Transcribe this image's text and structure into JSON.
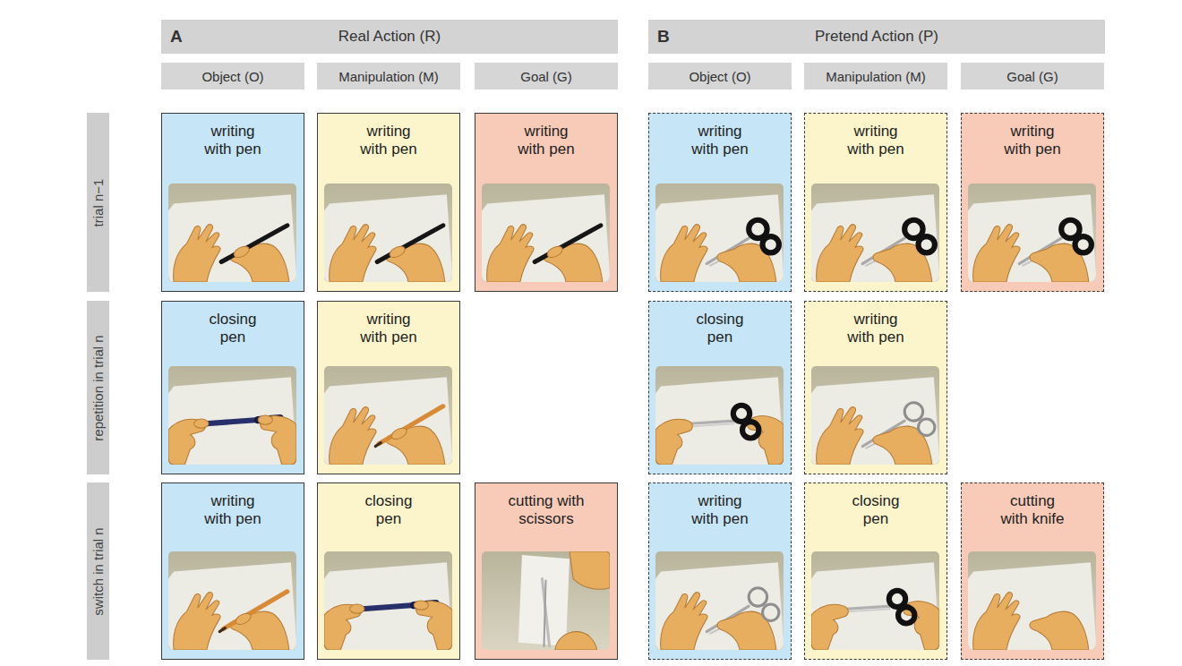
{
  "diagram": {
    "nodes": [
      {
        "text": [
          "A",
          "Real Action (R)"
        ]
      },
      {
        "text": [
          "B",
          "Pretend Action (P)"
        ]
      },
      {
        "text": [
          "Object (O)"
        ]
      },
      {
        "text": [
          "Manipulation (M)"
        ]
      },
      {
        "text": [
          "Goal (G)"
        ]
      },
      {
        "text": [
          "Object (O)"
        ]
      },
      {
        "text": [
          "Manipulation (M)"
        ]
      },
      {
        "text": [
          "Goal (G)"
        ]
      },
      {
        "text": [
          "trial n−1"
        ]
      },
      {
        "text": [
          "writing with pen"
        ]
      },
      {
        "text": [
          "writing with pen"
        ]
      },
      {
        "text": [
          "writing with pen"
        ]
      },
      {
        "text": [
          "writing with pen"
        ]
      },
      {
        "text": [
          "writing with pen"
        ]
      },
      {
        "text": [
          "writing with pen"
        ]
      },
      {
        "text": [
          "repetition in trial n"
        ]
      },
      {
        "text": [
          "closing pen"
        ]
      },
      {
        "text": [
          "writing with pen"
        ]
      },
      {
        "text": [
          "closing pen"
        ]
      },
      {
        "text": [
          "writing with pen"
        ]
      },
      {
        "text": [
          "switch in trial n"
        ]
      },
      {
        "text": [
          "writing with pen"
        ]
      },
      {
        "text": [
          "closing pen"
        ]
      },
      {
        "text": [
          "cutting with scissors"
        ]
      },
      {
        "text": [
          "writing with pen"
        ]
      },
      {
        "text": [
          "closing pen"
        ]
      },
      {
        "text": [
          "cutting with knife"
        ]
      }
    ]
  }
}
